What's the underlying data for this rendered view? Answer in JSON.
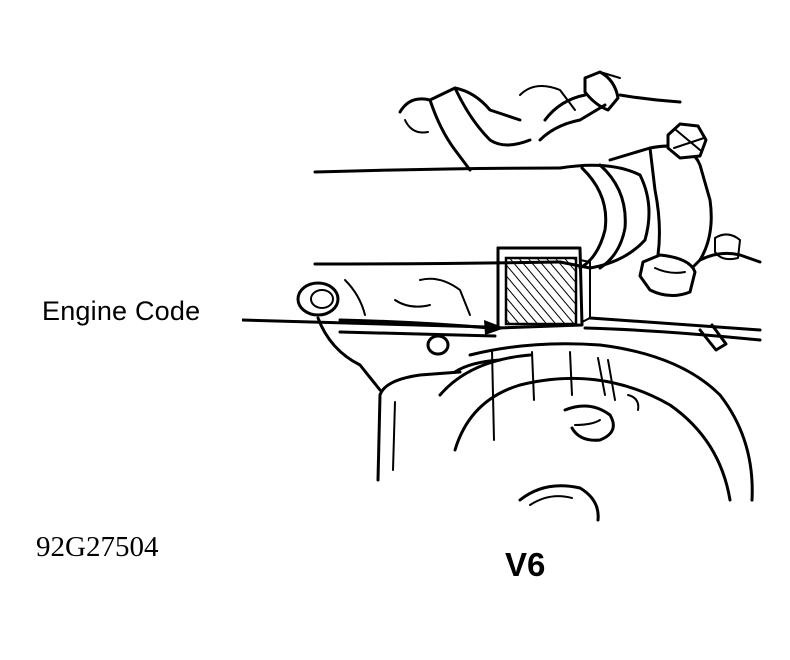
{
  "diagram": {
    "callout_label": "Engine Code",
    "figure_id": "92G27504",
    "engine_label": "V6",
    "colors": {
      "ink": "#000000",
      "paper": "#ffffff"
    }
  }
}
